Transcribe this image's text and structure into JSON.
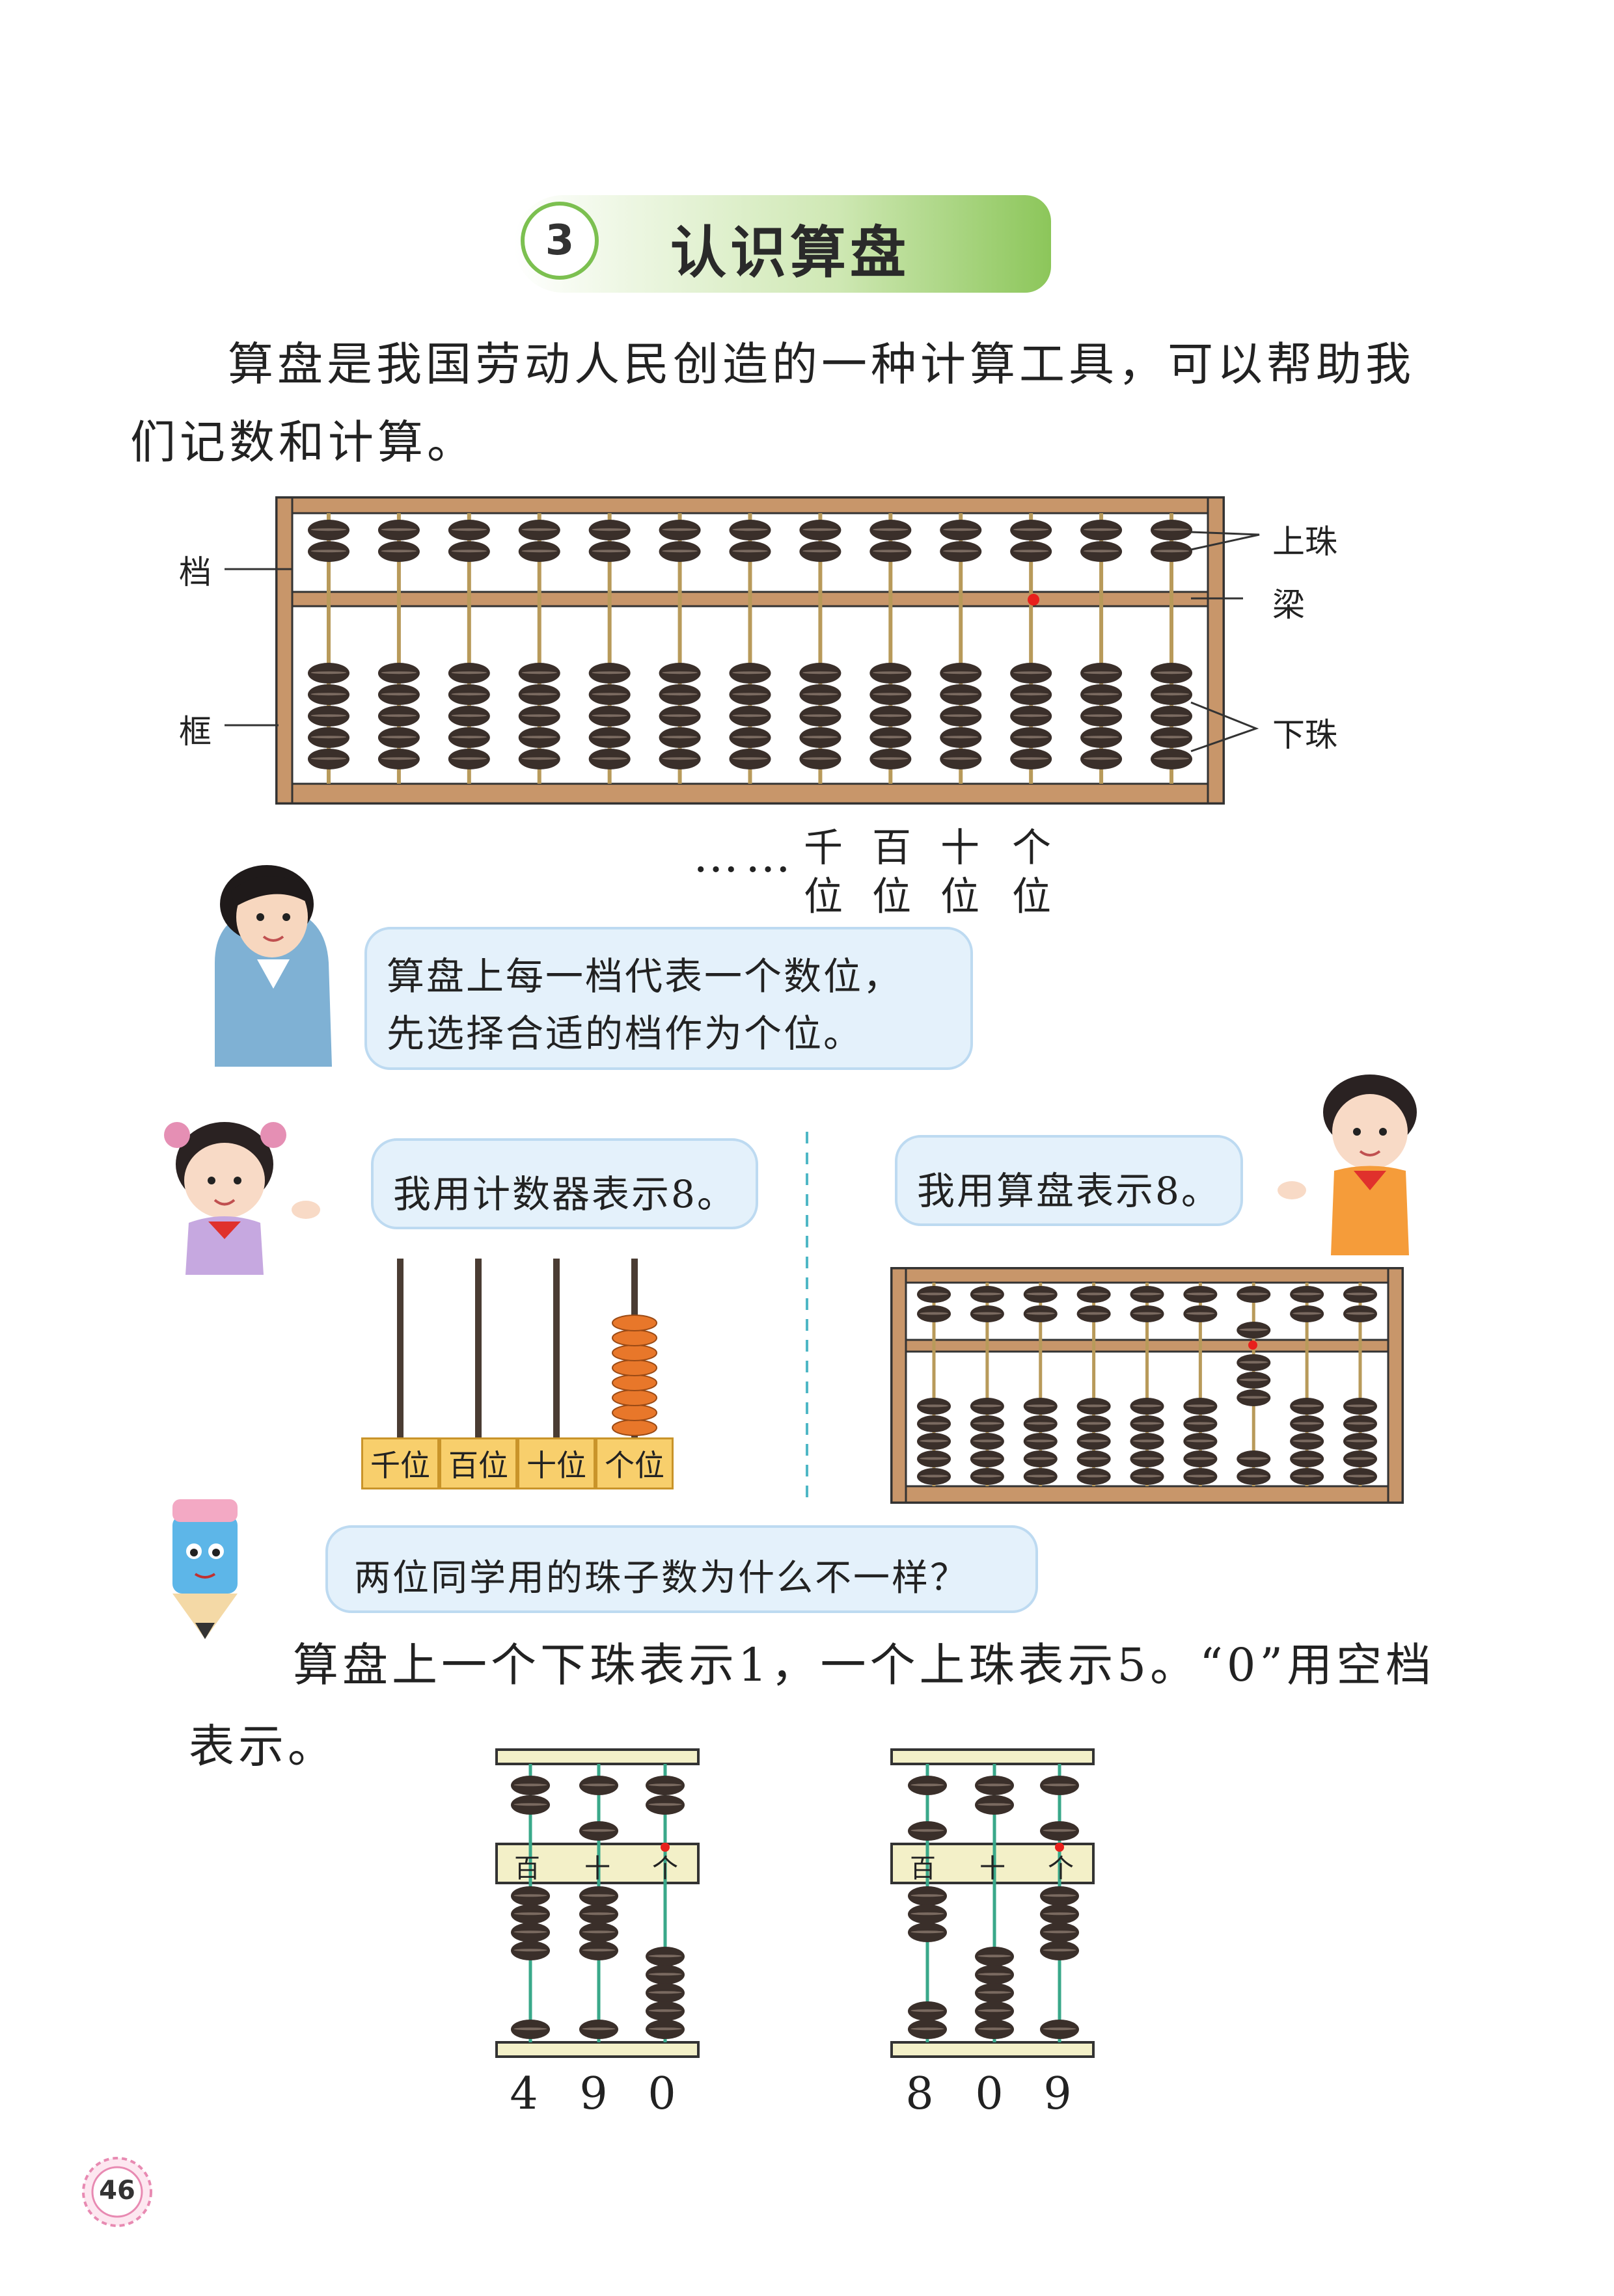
{
  "title": {
    "number": "3",
    "text": "认识算盘"
  },
  "intro": {
    "line1": "算盘是我国劳动人民创造的一种计算工具，可以帮助我",
    "line2": "们记数和计算。"
  },
  "main_abacus": {
    "labels": {
      "dang": "档",
      "kuang": "框",
      "shangzhu": "上珠",
      "liang": "梁",
      "xiazhu": "下珠"
    },
    "ellipsis": "……",
    "places": [
      "千",
      "百",
      "十",
      "个"
    ],
    "places_wei": [
      "位",
      "位",
      "位",
      "位"
    ],
    "rods": 13
  },
  "teacher_bubble": {
    "line1": "算盘上每一档代表一个数位，",
    "line2": "先选择合适的档作为个位。"
  },
  "girl_bubble": {
    "text": "我用计数器表示8。"
  },
  "boy_bubble": {
    "text": "我用算盘表示8。"
  },
  "counter": {
    "labels": [
      "千位",
      "百位",
      "十位",
      "个位"
    ],
    "values": [
      0,
      0,
      0,
      8
    ]
  },
  "abacus_eight": {
    "rods": 9,
    "value_rod_index": 6,
    "value": 8
  },
  "pencil_bubble": {
    "text": "两位同学用的珠子数为什么不一样？"
  },
  "rule": {
    "line1": "算盘上一个下珠表示1，一个上珠表示5。“0”用空档",
    "line2": "表示。"
  },
  "small_abacuses": [
    {
      "places": [
        "百",
        "十",
        "个"
      ],
      "digits": [
        4,
        9,
        0
      ],
      "number_label": [
        "4",
        "9",
        "0"
      ]
    },
    {
      "places": [
        "百",
        "十",
        "个"
      ],
      "digits": [
        8,
        0,
        9
      ],
      "number_label": [
        "8",
        "0",
        "9"
      ]
    }
  ],
  "page_number": "46",
  "colors": {
    "frame": "#c8966a",
    "bead": "#3a2f2a",
    "rod": "#b89a5a",
    "accent_green": "#8cc65a",
    "bubble": "#e4f1fb",
    "dot": "#e8201c"
  }
}
